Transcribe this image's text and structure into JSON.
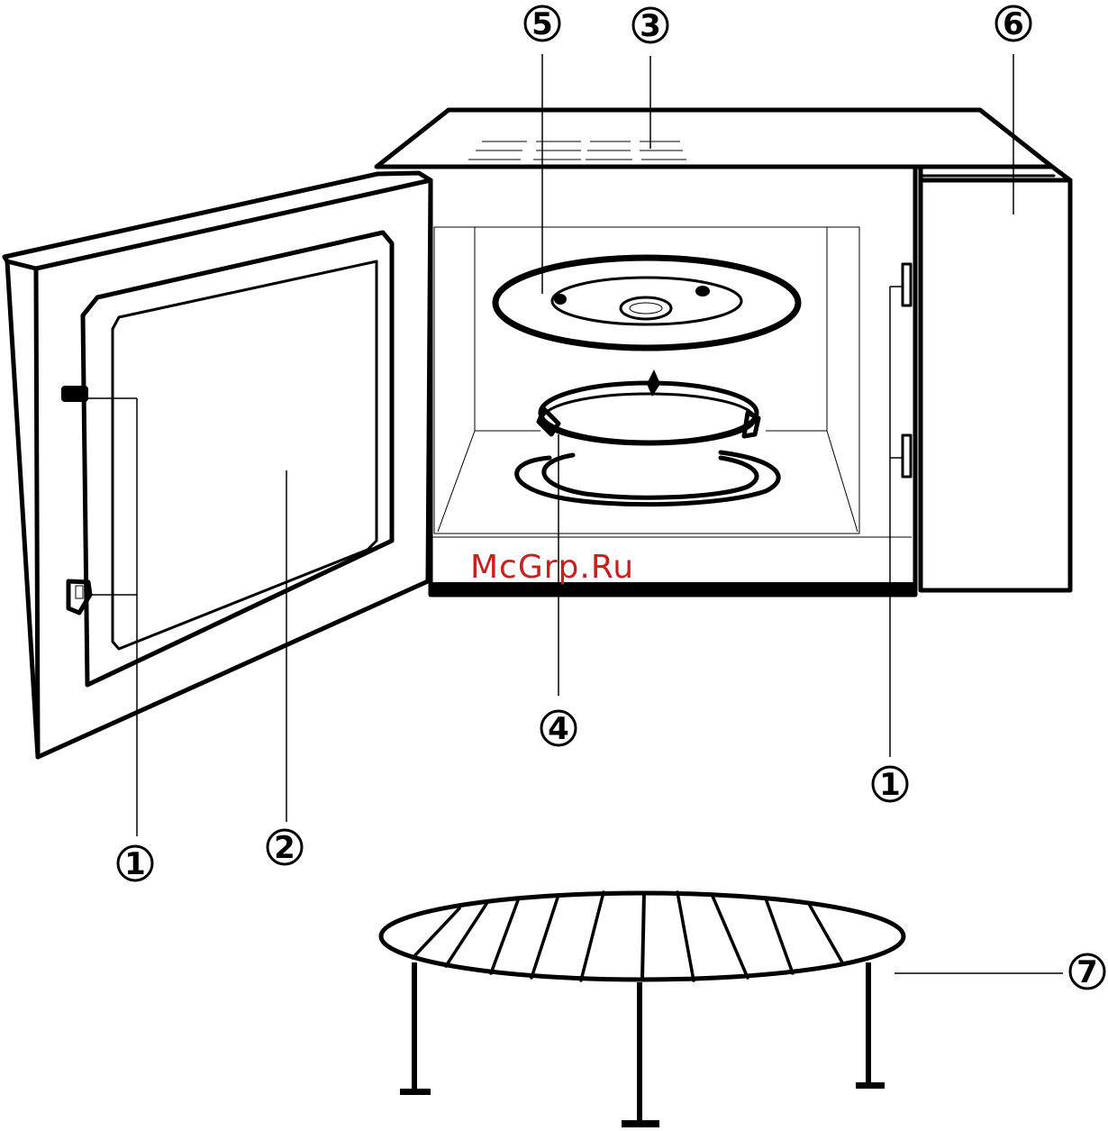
{
  "callouts": [
    {
      "id": "c5",
      "label": "5"
    },
    {
      "id": "c3",
      "label": "3"
    },
    {
      "id": "c6",
      "label": "6"
    },
    {
      "id": "c4",
      "label": "4"
    },
    {
      "id": "c1a",
      "label": "1"
    },
    {
      "id": "c1b",
      "label": "1"
    },
    {
      "id": "c2",
      "label": "2"
    },
    {
      "id": "c7",
      "label": "7"
    }
  ],
  "watermark": "McGrp.Ru"
}
